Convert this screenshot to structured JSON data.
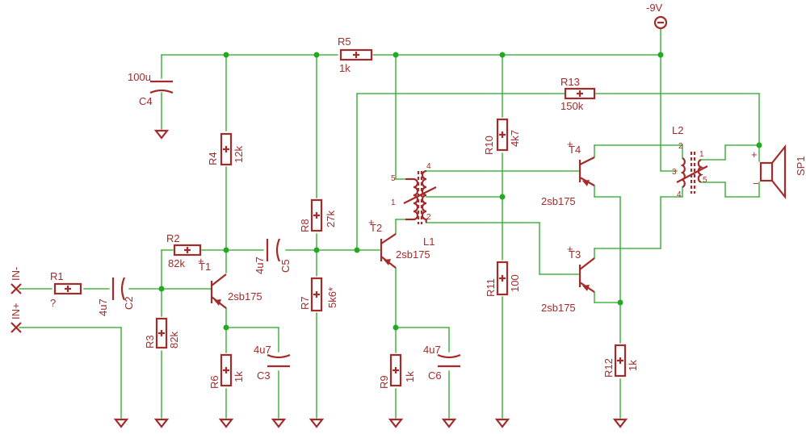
{
  "supply": "-9V",
  "inputs": {
    "in_minus": "IN-",
    "in_plus": "IN+"
  },
  "resistors": [
    {
      "name": "R1",
      "value": "?"
    },
    {
      "name": "R2",
      "value": "82k"
    },
    {
      "name": "R3",
      "value": "82k"
    },
    {
      "name": "R4",
      "value": "12k"
    },
    {
      "name": "R5",
      "value": "1k"
    },
    {
      "name": "R6",
      "value": "1k"
    },
    {
      "name": "R7",
      "value": "5k6*"
    },
    {
      "name": "R8",
      "value": "27k"
    },
    {
      "name": "R9",
      "value": "1k"
    },
    {
      "name": "R10",
      "value": "4k7"
    },
    {
      "name": "R11",
      "value": "100"
    },
    {
      "name": "R12",
      "value": "1k"
    },
    {
      "name": "R13",
      "value": "150k"
    }
  ],
  "capacitors": [
    {
      "name": "C2",
      "value": "4u7"
    },
    {
      "name": "C3",
      "value": "4u7"
    },
    {
      "name": "C4",
      "value": "100u"
    },
    {
      "name": "C5",
      "value": "4u7"
    },
    {
      "name": "C6",
      "value": "4u7"
    }
  ],
  "transistors": [
    {
      "name": "T1",
      "value": "2sb175"
    },
    {
      "name": "T2",
      "value": "2sb175"
    },
    {
      "name": "T3",
      "value": "2sb175"
    },
    {
      "name": "T4",
      "value": "2sb175"
    }
  ],
  "inductors": [
    {
      "name": "L1",
      "pins": [
        "5",
        "4",
        "1",
        "2"
      ]
    },
    {
      "name": "L2",
      "pins": [
        "2",
        "1",
        "5",
        "4",
        "3"
      ]
    }
  ],
  "speaker": {
    "name": "SP1",
    "plus": "+"
  },
  "polarity_mark": "+",
  "minus_mark": "−",
  "colors": {
    "wire": "#22aa22",
    "component": "#a52a2a"
  }
}
